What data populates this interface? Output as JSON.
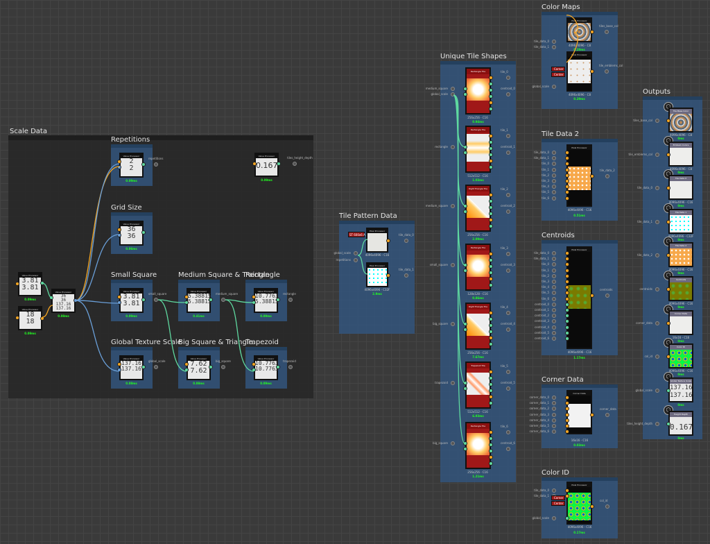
{
  "scale_data": {
    "title": "Scale Data",
    "node_label": "Value Processor",
    "inputs": [
      {
        "values": [
          "3.81",
          "3.81"
        ],
        "time": "0.09ms"
      },
      {
        "values": [
          "18",
          "18"
        ],
        "time": "0.09ms"
      },
      {
        "values": [
          "36",
          "36",
          "137.16",
          "137.16"
        ],
        "time": "0.08ms"
      }
    ],
    "height_node": {
      "value": "0.167",
      "output": "tiles_height_depth",
      "time": "0.09ms"
    },
    "frames": [
      {
        "title": "Repetitions",
        "values": [
          "2",
          "2"
        ],
        "output": "repetitions",
        "time": "0.09ms"
      },
      {
        "title": "Grid Size",
        "values": [
          "36",
          "36"
        ],
        "output": "",
        "time": "0.06ms"
      },
      {
        "title": "Small Square",
        "values": [
          "3.81",
          "3.81"
        ],
        "output": "small_square",
        "time": "0.09ms"
      },
      {
        "title": "Medium Square & Traingle",
        "values": [
          "5.38815",
          "5.38815"
        ],
        "output": "medium_square",
        "time": "0.41ms"
      },
      {
        "title": "Rectangle",
        "values": [
          "10.7763",
          "5.38815"
        ],
        "output": "rectangle",
        "time": "0.09ms"
      },
      {
        "title": "Global Texture Scale",
        "values": [
          "137.16",
          "137.16"
        ],
        "output": "global_scale",
        "time": "0.08ms"
      },
      {
        "title": "Big Square & Triangle",
        "values": [
          "7.62",
          "7.62"
        ],
        "output": "big_square",
        "time": "0.08ms"
      },
      {
        "title": "Trapezoid",
        "values": [
          "10.7763",
          "10.7763"
        ],
        "output": "trapezoid",
        "time": "0.09ms"
      }
    ]
  },
  "tile_pattern": {
    "title": "Tile Pattern Data",
    "node_label": "Pixel Processor",
    "param_label": "ST 600x6 A",
    "inputs": [
      "global_scale",
      "repetitions"
    ],
    "outputs": [
      "tile_data_0",
      "tile_data_1"
    ],
    "res": [
      "4096x4096 - C16",
      "4096x4096 - C32F"
    ],
    "time": "2.9ms"
  },
  "unique_tiles": {
    "title": "Unique Tile Shapes",
    "nodes": [
      {
        "label": "Rectangle Tile",
        "inputs": [
          "medium_square",
          "global_scale"
        ],
        "outputs": [
          "tile_0",
          "centroid_0"
        ],
        "res": "256x256 - C16",
        "time": "0.94ms",
        "shape": "square"
      },
      {
        "label": "Rectangle Tile",
        "inputs": [
          "rectangle"
        ],
        "outputs": [
          "tile_1",
          "centroid_1"
        ],
        "res": "512x512 - C16",
        "time": "1.03ms",
        "shape": "rect"
      },
      {
        "label": "Right Triangle Tile",
        "inputs": [
          "medium_square"
        ],
        "outputs": [
          "tile_2",
          "centroid_2"
        ],
        "res": "256x256 - C16",
        "time": "2.09ms",
        "shape": "tri"
      },
      {
        "label": "Rectangle Tile",
        "inputs": [
          "small_square"
        ],
        "outputs": [
          "tile_3",
          "centroid_3"
        ],
        "res": "128x128 - C16",
        "time": "0.86ms",
        "shape": "square"
      },
      {
        "label": "Right Triangle Tile",
        "inputs": [
          "big_square"
        ],
        "outputs": [
          "tile_4",
          "centroid_4"
        ],
        "res": "256x256 - C16",
        "time": "7.67ms",
        "shape": "tri"
      },
      {
        "label": "Trapezoid Tile",
        "inputs": [
          "trapezoid"
        ],
        "outputs": [
          "tile_5",
          "centroid_5"
        ],
        "res": "512x512 - C16",
        "time": "6.93ms",
        "shape": "trap"
      },
      {
        "label": "Rectangle Tile",
        "inputs": [
          "big_square"
        ],
        "outputs": [
          "tile_6",
          "centroid_6"
        ],
        "res": "256x256 - C16",
        "time": "1.21ms",
        "shape": "square"
      }
    ]
  },
  "color_maps": {
    "title": "Color Maps",
    "node_label": "Pixel Processor",
    "inputs": [
      "tile_data_0",
      "tile_data_1",
      "global_scale"
    ],
    "params": [
      "Corner",
      "Center"
    ],
    "outputs": [
      "tiles_base_col",
      "tile_emblems_col"
    ],
    "res": [
      "4096x4096 - C8",
      "4096x4096 - C8"
    ],
    "times": [
      "0.28ms",
      "0.29ms"
    ]
  },
  "tile_data_2": {
    "title": "Tile Data 2",
    "node_label": "Pixel Processor",
    "inputs": [
      "tile_data_0",
      "tile_data_1",
      "tile_0",
      "tile_1",
      "tile_2",
      "tile_3",
      "tile_4",
      "tile_5",
      "tile_6"
    ],
    "output": "tile_data_2",
    "res": "4096x4096 - C16",
    "time": "0.51ms"
  },
  "centroids": {
    "title": "Centroids",
    "node_label": "Pixel Processor",
    "inputs": [
      "tile_data_0",
      "tile_data_1",
      "tile_0",
      "tile_1",
      "tile_2",
      "tile_3",
      "tile_4",
      "tile_5",
      "tile_6",
      "centroid_0",
      "centroid_1",
      "centroid_2",
      "centroid_3",
      "centroid_4",
      "centroid_5",
      "centroid_6"
    ],
    "output": "centroids",
    "res": "4096x4096 - C16",
    "time": "1.17ms"
  },
  "corner_data": {
    "title": "Corner Data",
    "node_label": "Corner Data Coordinates",
    "inputs": [
      "corner_data_0",
      "corner_data_1",
      "corner_data_2",
      "corner_data_3",
      "corner_data_4",
      "corner_data_5",
      "corner_data_6"
    ],
    "output": "corner_data",
    "res": "16x16 - C16",
    "time": "0.03ms"
  },
  "color_id": {
    "title": "Color ID",
    "node_label": "Pixel Processor",
    "inputs": [
      "tile_data_0",
      "tile_data_1",
      "global_scale"
    ],
    "params": [
      "Corner",
      "Center"
    ],
    "output": "col_id",
    "res": "4096x4096 - C16",
    "time": "0.17ms"
  },
  "outputs": {
    "title": "Outputs",
    "nodes": [
      {
        "input": "tiles_base_col",
        "label": "Tile Base Color",
        "res": "4096x4096 - C8",
        "time": "0ms",
        "tex": "pattern"
      },
      {
        "input": "tile_emblems_col",
        "label": "Emblem Colors",
        "res": "4096x4096 - C8",
        "time": "0ms",
        "tex": "white"
      },
      {
        "input": "tile_data_0",
        "label": "Tile Data 0",
        "res": "4096x4096 - C16",
        "time": "0ms",
        "tex": "white"
      },
      {
        "input": "tile_data_1",
        "label": "Tile Data 1",
        "res": "4096x4096 - C32F",
        "time": "0ms",
        "tex": "cyan"
      },
      {
        "input": "tile_data_2",
        "label": "Tile Data 2",
        "res": "4096x4096 - C16",
        "time": "0ms",
        "tex": "orange"
      },
      {
        "input": "centroids",
        "label": "Centroids",
        "res": "4096x4096 - C16",
        "time": "0ms",
        "tex": "olive"
      },
      {
        "input": "corner_data",
        "label": "Corner Data",
        "res": "16x16 - C16",
        "time": "0ms",
        "tex": "white"
      },
      {
        "input": "col_id",
        "label": "Color ID",
        "res": "4096x4096 - C16",
        "time": "0ms",
        "tex": "colid"
      },
      {
        "input": "global_scale",
        "label": "Global Texture Scale",
        "values": [
          "137.16",
          "137.16"
        ],
        "time": "0ms",
        "tex": "value"
      },
      {
        "input": "tiles_height_depth",
        "label": "Height Depth",
        "values": [
          "0.167"
        ],
        "time": "0ms",
        "tex": "value"
      }
    ]
  },
  "colors": {
    "frame": "#32557d",
    "wire_green": "#5fd9a0",
    "wire_orange": "#f5a623",
    "wire_blue": "#6a9fd8",
    "time_green": "#22ff22",
    "tile_node_red": "#a01818"
  }
}
